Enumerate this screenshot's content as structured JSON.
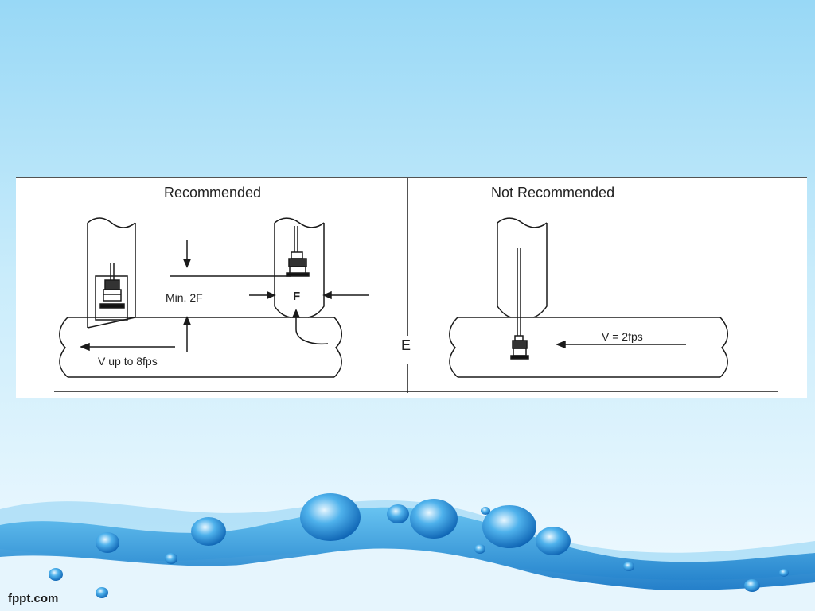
{
  "slide": {
    "background_top": "#9bdaf7",
    "background_bottom": "#f4fbff",
    "wave_color": "#1d8ed8",
    "brand": "fppt.com"
  },
  "diagram": {
    "left_title": "Recommended",
    "right_title": "Not Recommended",
    "label_min_2f": "Min. 2F",
    "label_f": "F",
    "label_v_left": "V up to 8fps",
    "label_e": "E",
    "label_v_right": "V = 2fps"
  }
}
